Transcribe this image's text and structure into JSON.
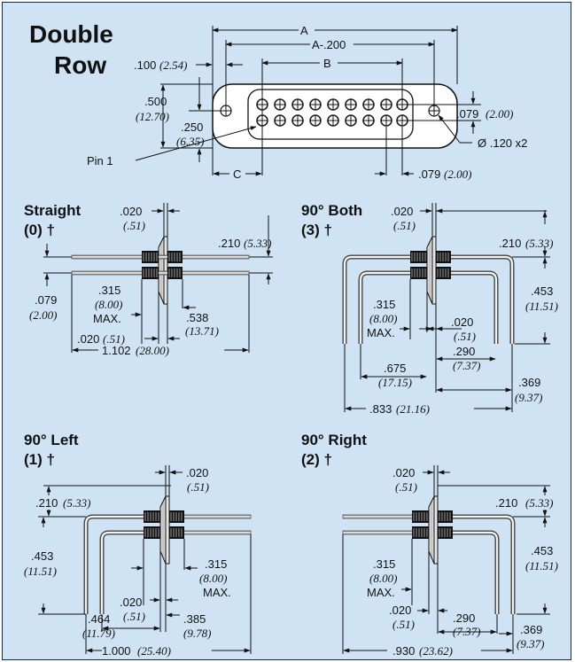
{
  "title": {
    "line1": "Double",
    "line2": "Row"
  },
  "front": {
    "A": "A",
    "A200": "A-.200",
    "B": "B",
    "C": "C",
    "d100": ".100",
    "d100m": "(2.54)",
    "d500": ".500",
    "d500m": "(12.70)",
    "d250": ".250",
    "d250m": "(6.35)",
    "d079a": ".079",
    "d079am": "(2.00)",
    "hole": "Ø .120 x2",
    "pin1": "Pin 1",
    "d079b": ".079",
    "d079bm": "(2.00)"
  },
  "straight": {
    "title1": "Straight",
    "title2": "(0) †",
    "d020": ".020",
    "d020m": "(.51)",
    "d210": ".210",
    "d210m": "(5.33)",
    "d079": ".079",
    "d079m": "(2.00)",
    "d315": ".315",
    "d315m": "(8.00)",
    "max": "MAX.",
    "d538": ".538",
    "d538m": "(13.71)",
    "d020b": ".020",
    "d020bm": "(.51)",
    "d1102": "1.102",
    "d1102m": "(28.00)"
  },
  "both": {
    "title1": "90° Both",
    "title2": "(3) †",
    "d020": ".020",
    "d020m": "(.51)",
    "d210": ".210",
    "d210m": "(5.33)",
    "d453": ".453",
    "d453m": "(11.51)",
    "d315": ".315",
    "d315m": "(8.00)",
    "max": "MAX.",
    "d020b": ".020",
    "d020bm": "(.51)",
    "d290": ".290",
    "d290m": "(7.37)",
    "d675": ".675",
    "d675m": "(17.15)",
    "d369": ".369",
    "d369m": "(9.37)",
    "d833": ".833",
    "d833m": "(21.16)"
  },
  "left": {
    "title1": "90° Left",
    "title2": "(1) †",
    "d020": ".020",
    "d020m": "(.51)",
    "d210": ".210",
    "d210m": "(5.33)",
    "d453": ".453",
    "d453m": "(11.51)",
    "d315": ".315",
    "d315m": "(8.00)",
    "max": "MAX.",
    "d020b": ".020",
    "d020bm": "(.51)",
    "d385": ".385",
    "d385m": "(9.78)",
    "d464": ".464",
    "d464m": "(11.79)",
    "d1000": "1.000",
    "d1000m": "(25.40)"
  },
  "right": {
    "title1": "90° Right",
    "title2": "(2) †",
    "d020": ".020",
    "d020m": "(.51)",
    "d210": ".210",
    "d210m": "(5.33)",
    "d453": ".453",
    "d453m": "(11.51)",
    "d315": ".315",
    "d315m": "(8.00)",
    "max": "MAX.",
    "d020b": ".020",
    "d020bm": "(.51)",
    "d290": ".290",
    "d290m": "(7.37)",
    "d369": ".369",
    "d369m": "(9.37)",
    "d930": ".930",
    "d930m": "(23.62)"
  }
}
